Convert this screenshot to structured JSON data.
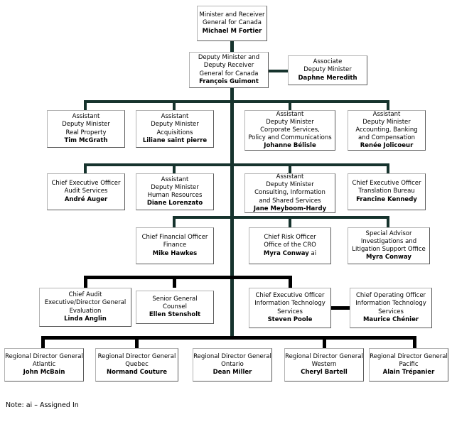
{
  "colors": {
    "spine": "#16332d",
    "connector_black": "#000000",
    "box_border_light": "#b3b3b3",
    "box_border_dark": "#5a5a5a",
    "background": "#ffffff",
    "text": "#000000"
  },
  "footnote": "Note: ai – Assigned In",
  "nodes": [
    {
      "id": "minister",
      "lines": [
        "Minister and Receiver",
        "General for Canada"
      ],
      "person": "Michael M Fortier",
      "suffix": ""
    },
    {
      "id": "deputy-minister",
      "lines": [
        "Deputy Minister and",
        "Deputy Receiver",
        "General for Canada"
      ],
      "person": "François Guimont",
      "suffix": ""
    },
    {
      "id": "associate-deputy-minister",
      "lines": [
        "Associate",
        "Deputy Minister"
      ],
      "person": "Daphne Meredith",
      "suffix": ""
    },
    {
      "id": "adm-real-property",
      "lines": [
        "Assistant",
        "Deputy Minister",
        "Real Property"
      ],
      "person": "Tim McGrath",
      "suffix": ""
    },
    {
      "id": "adm-acquisitions",
      "lines": [
        "Assistant",
        "Deputy Minister",
        "Acquisitions"
      ],
      "person": "Liliane saint pierre",
      "suffix": ""
    },
    {
      "id": "adm-corporate-services",
      "lines": [
        "Assistant",
        "Deputy Minister",
        "Corporate Services,",
        "Policy and Communications"
      ],
      "person": "Johanne Bélisle",
      "suffix": ""
    },
    {
      "id": "adm-accounting-banking",
      "lines": [
        "Assistant",
        "Deputy Minister",
        "Accounting, Banking",
        "and Compensation"
      ],
      "person": "Renée Jolicoeur",
      "suffix": ""
    },
    {
      "id": "ceo-audit-services",
      "lines": [
        "Chief Executive Officer",
        "Audit Services"
      ],
      "person": "André Auger",
      "suffix": ""
    },
    {
      "id": "adm-human-resources",
      "lines": [
        "Assistant",
        "Deputy Minister",
        "Human Resources"
      ],
      "person": "Diane Lorenzato",
      "suffix": ""
    },
    {
      "id": "adm-consulting-information",
      "lines": [
        "Assistant",
        "Deputy Minister",
        "Consulting, Information",
        "and Shared Services"
      ],
      "person": "Jane Meyboom-Hardy",
      "suffix": ""
    },
    {
      "id": "ceo-translation-bureau",
      "lines": [
        "Chief Executive Officer",
        "Translation Bureau"
      ],
      "person": "Francine Kennedy",
      "suffix": ""
    },
    {
      "id": "cfo-finance",
      "lines": [
        "Chief Financial Officer",
        "Finance"
      ],
      "person": "Mike Hawkes",
      "suffix": ""
    },
    {
      "id": "cro-office",
      "lines": [
        "Chief Risk Officer",
        "Office of the CRO"
      ],
      "person": "Myra Conway",
      "suffix": " ai"
    },
    {
      "id": "special-advisor-investigations",
      "lines": [
        "Special Advisor",
        "Investigations and",
        "Litigation Support Office"
      ],
      "person": "Myra Conway",
      "suffix": ""
    },
    {
      "id": "chief-audit-executive",
      "lines": [
        "Chief Audit",
        "Executive/Director General",
        "Evaluation"
      ],
      "person": "Linda Anglin",
      "suffix": ""
    },
    {
      "id": "senior-general-counsel",
      "lines": [
        "Senior General",
        "Counsel"
      ],
      "person": "Ellen Stensholt",
      "suffix": ""
    },
    {
      "id": "ceo-it-services",
      "lines": [
        "Chief Executive Officer",
        "Information Technology",
        "Services"
      ],
      "person": "Steven Poole",
      "suffix": ""
    },
    {
      "id": "coo-it-services",
      "lines": [
        "Chief Operating Officer",
        "Information Technology",
        "Services"
      ],
      "person": "Maurice Chénier",
      "suffix": ""
    },
    {
      "id": "rdg-atlantic",
      "lines": [
        "Regional Director General",
        "Atlantic"
      ],
      "person": "John McBain",
      "suffix": ""
    },
    {
      "id": "rdg-quebec",
      "lines": [
        "Regional Director General",
        "Quebec"
      ],
      "person": "Normand Couture",
      "suffix": ""
    },
    {
      "id": "rdg-ontario",
      "lines": [
        "Regional Director General",
        "Ontario"
      ],
      "person": "Dean Miller",
      "suffix": ""
    },
    {
      "id": "rdg-western",
      "lines": [
        "Regional Director General",
        "Western"
      ],
      "person": "Cheryl Bartell",
      "suffix": ""
    },
    {
      "id": "rdg-pacific",
      "lines": [
        "Regional Director General",
        "Pacific"
      ],
      "person": "Alain Trépanier",
      "suffix": ""
    }
  ]
}
